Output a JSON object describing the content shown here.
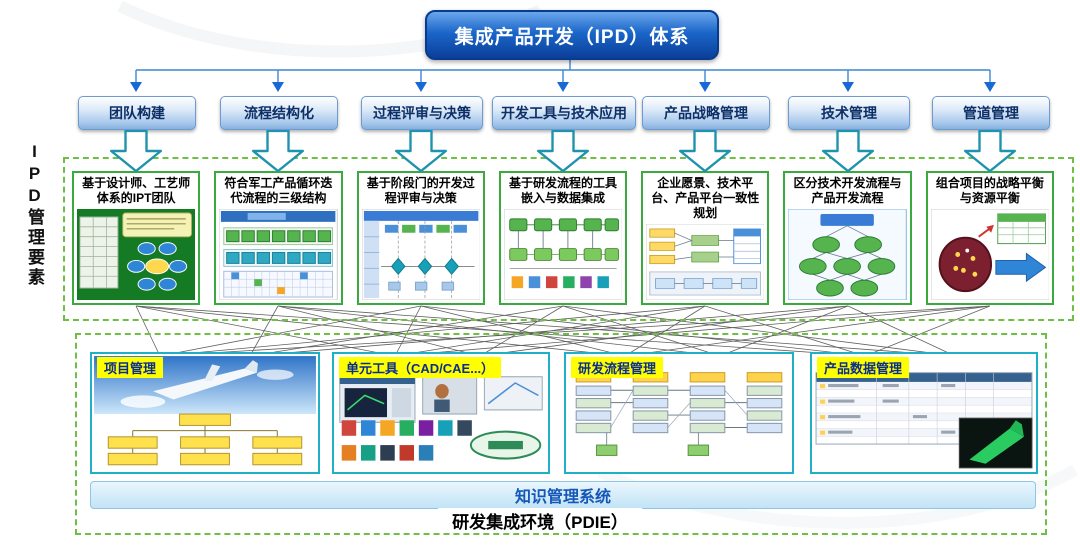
{
  "header": {
    "title": "集成产品开发（IPD）体系"
  },
  "side_label": "IPD管理要素",
  "colors": {
    "title_blue": "#0a3f9a",
    "element_green_border": "#3aa93f",
    "dashed_green": "#6fbf45",
    "block_arrow_teal": "#1f93ad",
    "panel_cyan": "#1fb0c8",
    "label_yellow": "#ffff00",
    "knowledge_blue": "#1457b8"
  },
  "categories": [
    {
      "label": "团队构建",
      "element": "基于设计师、工艺师体系的IPT团队",
      "thumb": "ipt-team-org-chart"
    },
    {
      "label": "流程结构化",
      "element": "符合军工产品循环迭代流程的三级结构",
      "thumb": "three-level-process-structure"
    },
    {
      "label": "过程评审与决策",
      "element": "基于阶段门的开发过程评审与决策",
      "thumb": "stage-gate-review-table"
    },
    {
      "label": "开发工具与技术应用",
      "element": "基于研发流程的工具嵌入与数据集成",
      "thumb": "tool-embedding-flow"
    },
    {
      "label": "产品战略管理",
      "element": "企业愿景、技术平台、产品平台一致性规划",
      "thumb": "vision-platform-planning"
    },
    {
      "label": "技术管理",
      "element": "区分技术开发流程与产品开发流程",
      "thumb": "tech-vs-product-process"
    },
    {
      "label": "管道管理",
      "element": "组合项目的战略平衡与资源平衡",
      "thumb": "portfolio-balance-chart"
    }
  ],
  "platform": {
    "panels": [
      {
        "label": "项目管理"
      },
      {
        "label": "单元工具（CAD/CAE...）"
      },
      {
        "label": "研发流程管理"
      },
      {
        "label": "产品数据管理"
      }
    ],
    "knowledge_bar": "知识管理系统",
    "environment_title": "研发集成环境（PDIE）"
  }
}
